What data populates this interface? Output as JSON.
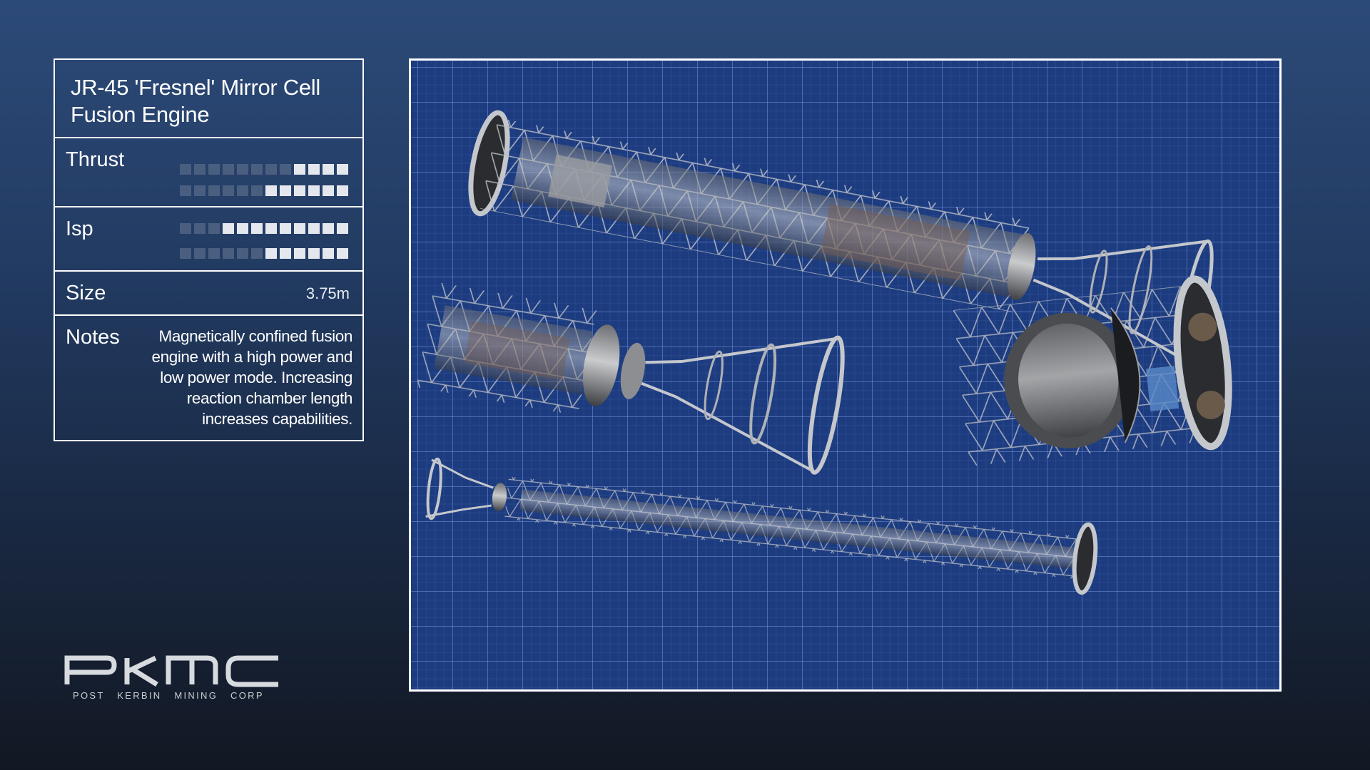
{
  "engine": {
    "title_line1": "JR-45 'Fresnel' Mirror Cell",
    "title_line2": "Fusion Engine"
  },
  "stats": {
    "thrust": {
      "label": "Thrust",
      "rows": [
        4,
        6
      ],
      "max": 12
    },
    "isp": {
      "label": "Isp",
      "rows": [
        9,
        6
      ],
      "max": 12
    },
    "size": {
      "label": "Size",
      "value": "3.75m"
    },
    "notes": {
      "label": "Notes",
      "text": "Magnetically confined fusion engine with a high power and low power mode. Increasing reaction chamber length increases capabilities."
    }
  },
  "brand": {
    "logo_text": "PKMC",
    "subtitle": "POST KERBIN MINING CORP"
  },
  "colors": {
    "blueprint_bg": "#1d3c80",
    "bar_on": "#e4e8ee",
    "bar_off": "#4a5f80"
  },
  "blueprint": {
    "views": [
      "engine-side-view",
      "engine-nozzle-closeup",
      "engine-mirror-closeup",
      "engine-long-variant"
    ]
  }
}
